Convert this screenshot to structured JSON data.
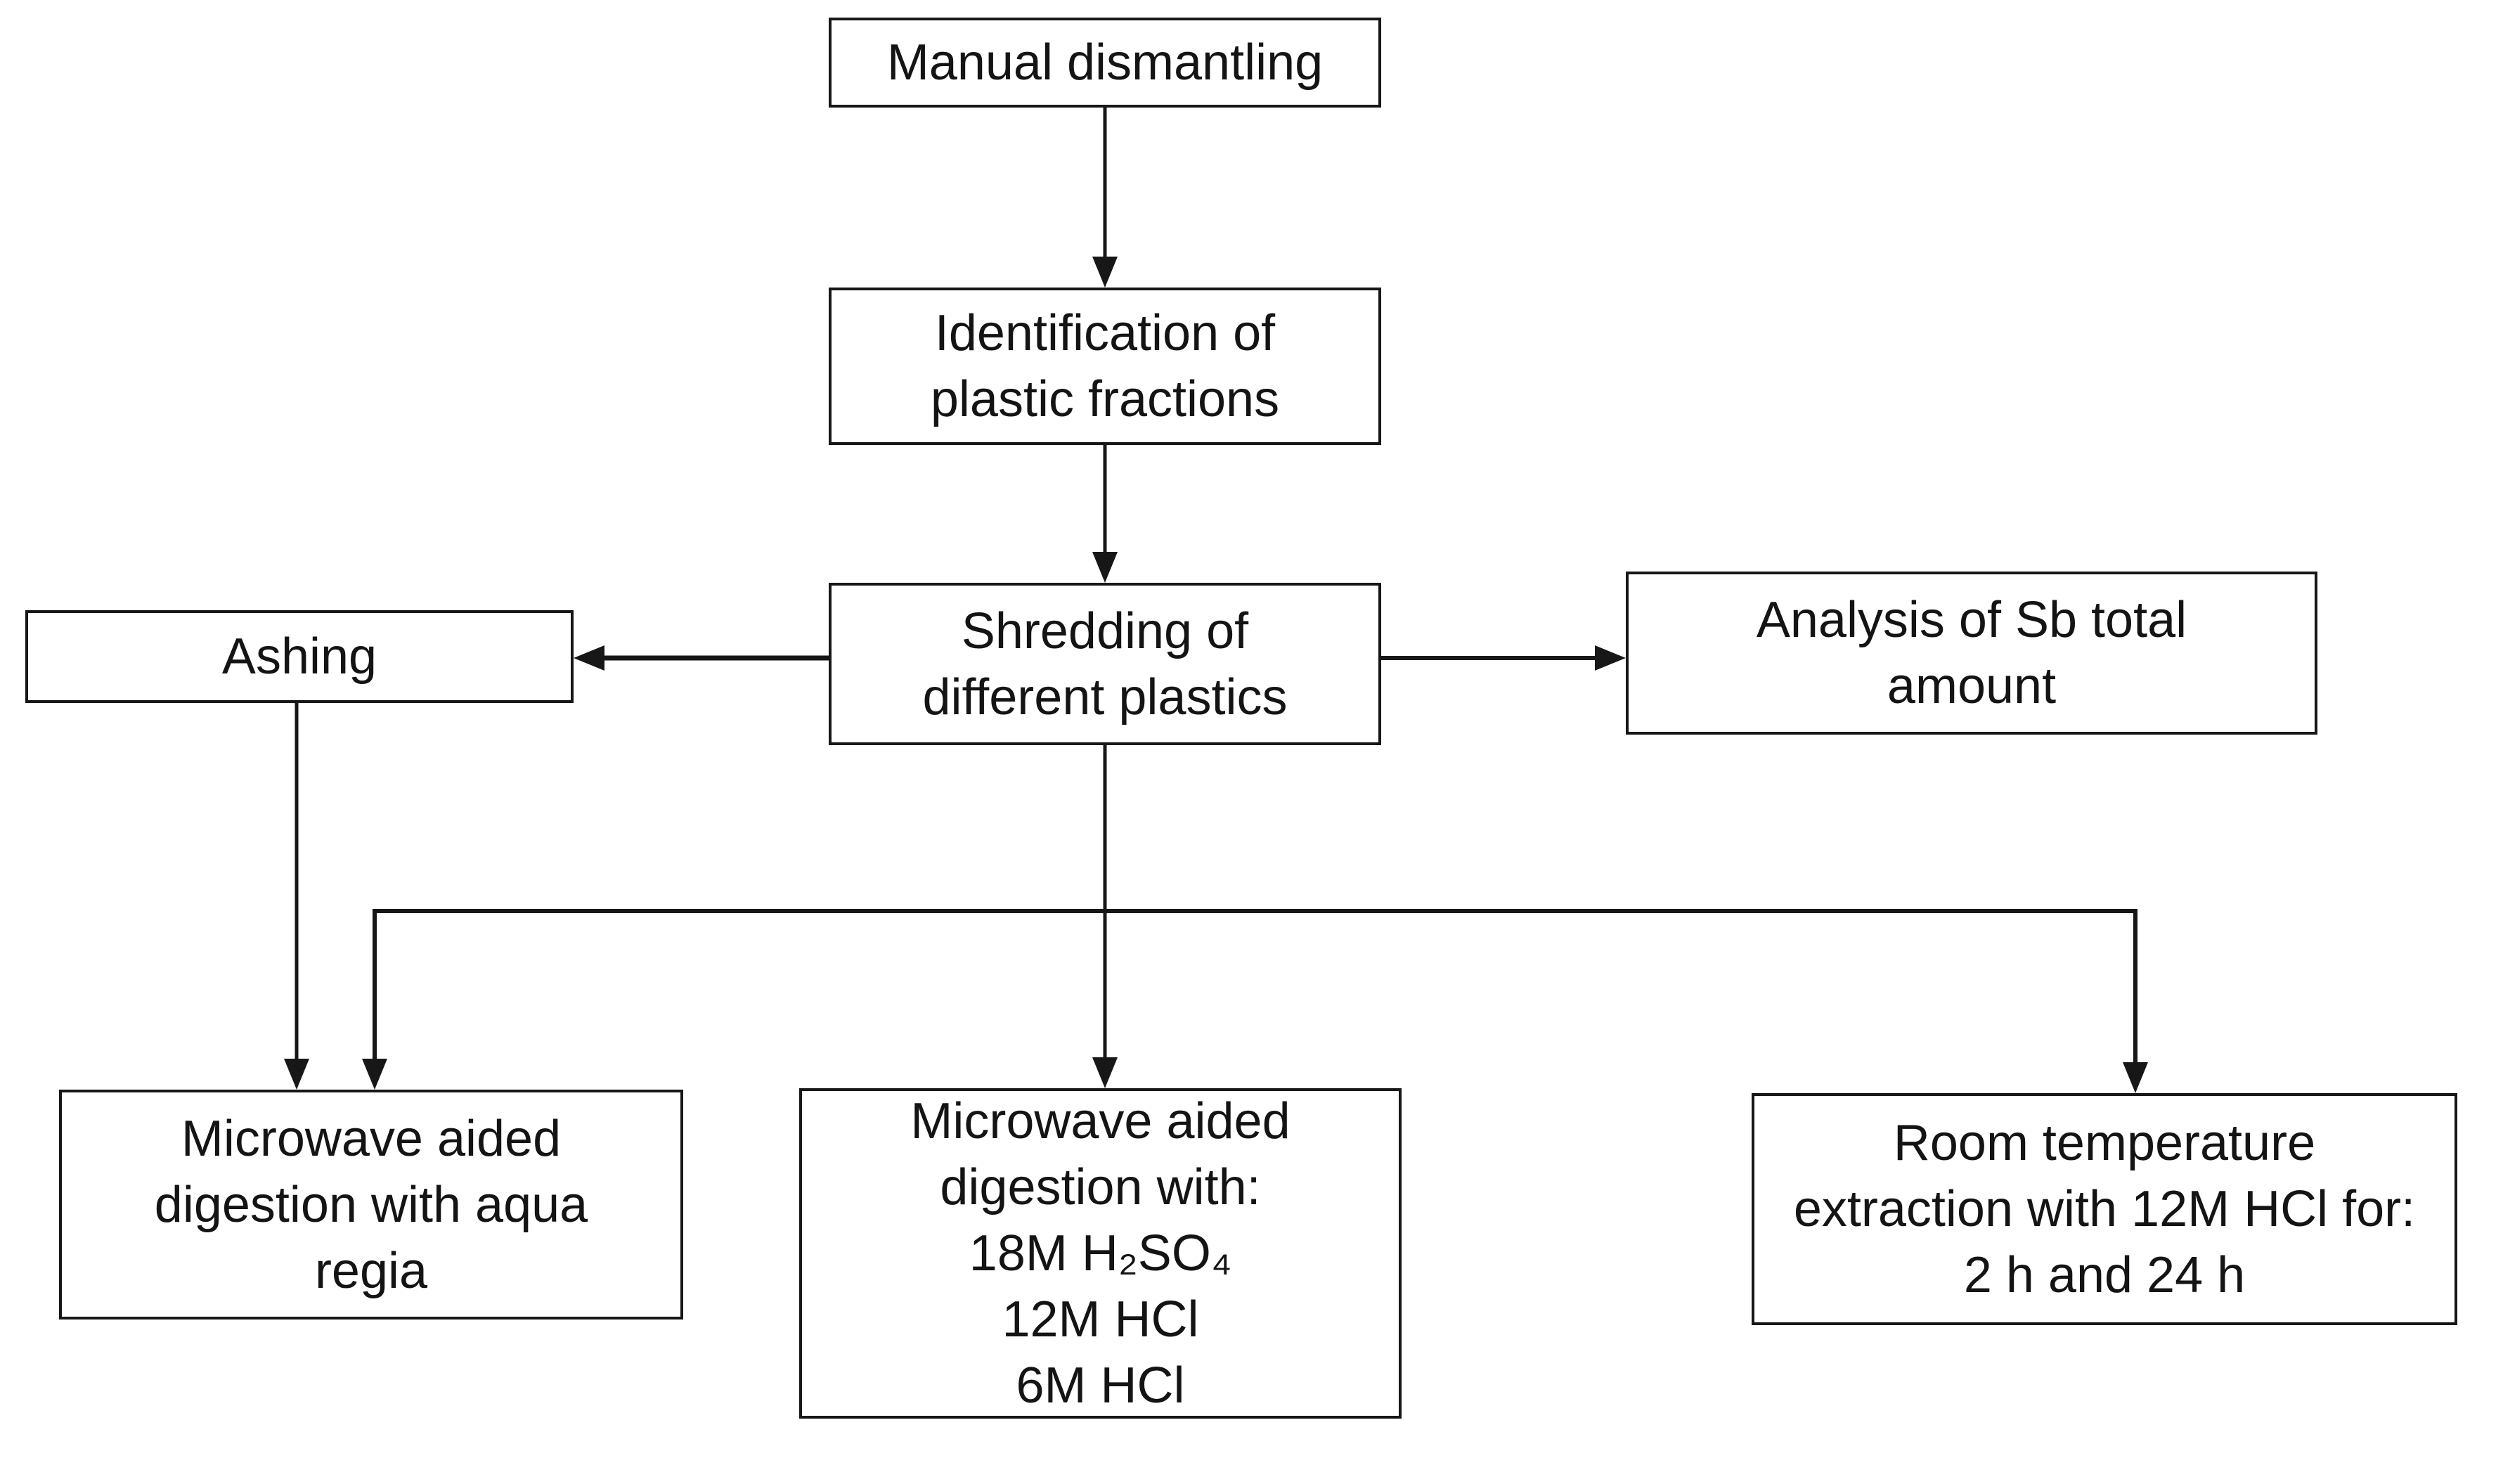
{
  "diagram": {
    "type": "flowchart",
    "colors": {
      "background": "#ffffff",
      "box_fill": "#ffffff",
      "box_border": "#171717",
      "text": "#141414",
      "arrow": "#171717"
    },
    "boxes": {
      "manual": {
        "label": "Manual dismantling"
      },
      "identification": {
        "lines": [
          "Identification of",
          "plastic fractions"
        ]
      },
      "shredding": {
        "lines": [
          "Shredding of",
          "different plastics"
        ]
      },
      "ashing": {
        "label": "Ashing"
      },
      "analysis": {
        "lines": [
          "Analysis of Sb total",
          "amount"
        ]
      },
      "aqua_regia": {
        "lines": [
          "Microwave aided",
          "digestion with aqua",
          "regia"
        ]
      },
      "acid_digestion": {
        "lines": [
          "Microwave aided",
          "digestion with:",
          "18M H₂SO₄",
          "12M HCl",
          "6M HCl"
        ]
      },
      "room_temp": {
        "lines": [
          "Room temperature",
          "extraction with 12M HCl for:",
          "2 h and 24 h"
        ]
      }
    },
    "edges": [
      {
        "from": "Manual dismantling",
        "to": "Identification of plastic fractions",
        "type": "arrow-down"
      },
      {
        "from": "Identification of plastic fractions",
        "to": "Shredding of different plastics",
        "type": "arrow-down"
      },
      {
        "from": "Shredding of different plastics",
        "to": "Ashing",
        "type": "arrow-left"
      },
      {
        "from": "Shredding of different plastics",
        "to": "Analysis of Sb total amount",
        "type": "arrow-right"
      },
      {
        "from": "Ashing",
        "to": "Microwave aided digestion with aqua regia",
        "type": "arrow-down"
      },
      {
        "from": "Shredding of different plastics",
        "to": "Microwave aided digestion with aqua regia",
        "type": "branch-arrow-down"
      },
      {
        "from": "Shredding of different plastics",
        "to": "Microwave aided digestion with: 18M H₂SO₄ 12M HCl 6M HCl",
        "type": "arrow-down"
      },
      {
        "from": "Shredding of different plastics",
        "to": "Room temperature extraction with 12M HCl for: 2 h and 24 h",
        "type": "branch-arrow-down"
      }
    ]
  }
}
